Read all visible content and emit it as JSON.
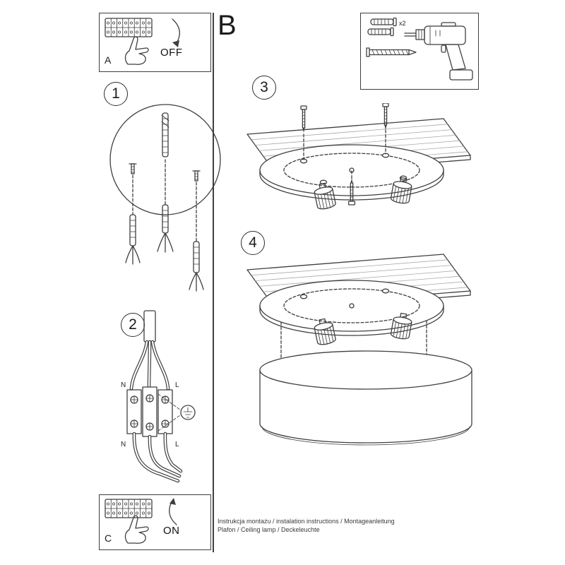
{
  "colors": {
    "ink": "#3f3f3f",
    "paper": "#ffffff"
  },
  "panel_a": {
    "label": "A",
    "action": "OFF"
  },
  "section_b": {
    "label": "B"
  },
  "parts_box": {
    "plug_count": "x2"
  },
  "steps": [
    {
      "number": "1"
    },
    {
      "number": "2"
    },
    {
      "number": "3"
    },
    {
      "number": "4"
    }
  ],
  "wiring_labels": {
    "top_left": "N",
    "top_right": "L",
    "bottom_left": "N",
    "bottom_right": "L"
  },
  "panel_c": {
    "label": "C",
    "action": "ON"
  },
  "footer": {
    "line1": "Instrukcja montażu / instalation instructions / Montageanleitung",
    "line2": "Plafon / Ceiling lamp / Deckeleuchte"
  }
}
